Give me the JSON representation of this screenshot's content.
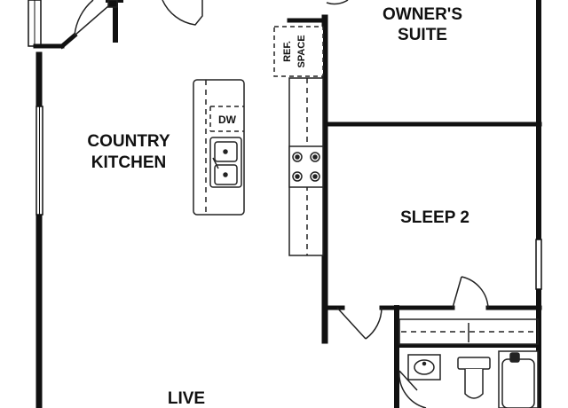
{
  "rooms": {
    "owners_suite": {
      "line1": "OWNER'S",
      "line2": "SUITE"
    },
    "country_kitchen": {
      "line1": "COUNTRY",
      "line2": "KITCHEN"
    },
    "sleep_2": {
      "label": "SLEEP 2"
    },
    "live": {
      "label": "LIVE"
    }
  },
  "fixtures": {
    "ref_space": {
      "line1": "REF.",
      "line2": "SPACE"
    },
    "dishwasher": {
      "label": "DW"
    }
  },
  "colors": {
    "wall": "#111111",
    "line": "#222222",
    "background": "#ffffff"
  }
}
